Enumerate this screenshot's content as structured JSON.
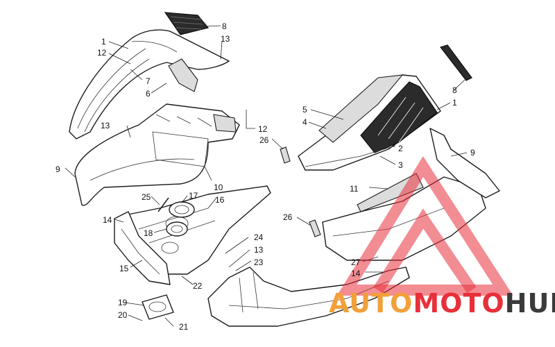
{
  "callouts": [
    {
      "id": "c1a",
      "text": "1"
    },
    {
      "id": "c12a",
      "text": "12"
    },
    {
      "id": "c7",
      "text": "7"
    },
    {
      "id": "c6",
      "text": "6"
    },
    {
      "id": "c8a",
      "text": "8"
    },
    {
      "id": "c13a",
      "text": "13"
    },
    {
      "id": "c13b",
      "text": "13"
    },
    {
      "id": "c12b",
      "text": "12"
    },
    {
      "id": "c26a",
      "text": "26"
    },
    {
      "id": "c9a",
      "text": "9"
    },
    {
      "id": "c10",
      "text": "10"
    },
    {
      "id": "c25",
      "text": "25"
    },
    {
      "id": "c17",
      "text": "17"
    },
    {
      "id": "c16",
      "text": "16"
    },
    {
      "id": "c14a",
      "text": "14"
    },
    {
      "id": "c18",
      "text": "18"
    },
    {
      "id": "c15",
      "text": "15"
    },
    {
      "id": "c24",
      "text": "24"
    },
    {
      "id": "c13c",
      "text": "13"
    },
    {
      "id": "c23",
      "text": "23"
    },
    {
      "id": "c22",
      "text": "22"
    },
    {
      "id": "c19",
      "text": "19"
    },
    {
      "id": "c20",
      "text": "20"
    },
    {
      "id": "c21",
      "text": "21"
    },
    {
      "id": "c5",
      "text": "5"
    },
    {
      "id": "c4",
      "text": "4"
    },
    {
      "id": "c1b",
      "text": "1"
    },
    {
      "id": "c8b",
      "text": "8"
    },
    {
      "id": "c2",
      "text": "2"
    },
    {
      "id": "c3",
      "text": "3"
    },
    {
      "id": "c9b",
      "text": "9"
    },
    {
      "id": "c11",
      "text": "11"
    },
    {
      "id": "c26b",
      "text": "26"
    },
    {
      "id": "c27",
      "text": "27"
    },
    {
      "id": "c14b",
      "text": "14"
    }
  ],
  "watermark": {
    "part1": "AUTO",
    "part2": "MOTO",
    "part3": "HUB",
    "color_orange": "#f2a03a",
    "color_red": "#e8303a",
    "color_dark": "#3a3a3a"
  }
}
